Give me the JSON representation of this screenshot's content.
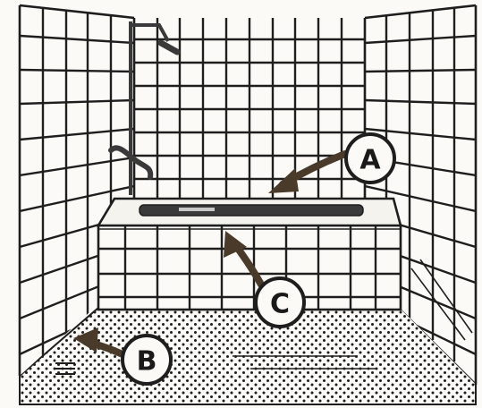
{
  "callouts": [
    {
      "id": "a",
      "label": "A"
    },
    {
      "id": "b",
      "label": "B"
    },
    {
      "id": "c",
      "label": "C"
    }
  ],
  "colors": {
    "paper": "#fbfaf6",
    "ink": "#1e1e1e",
    "arrow": "#4a3a2a"
  }
}
